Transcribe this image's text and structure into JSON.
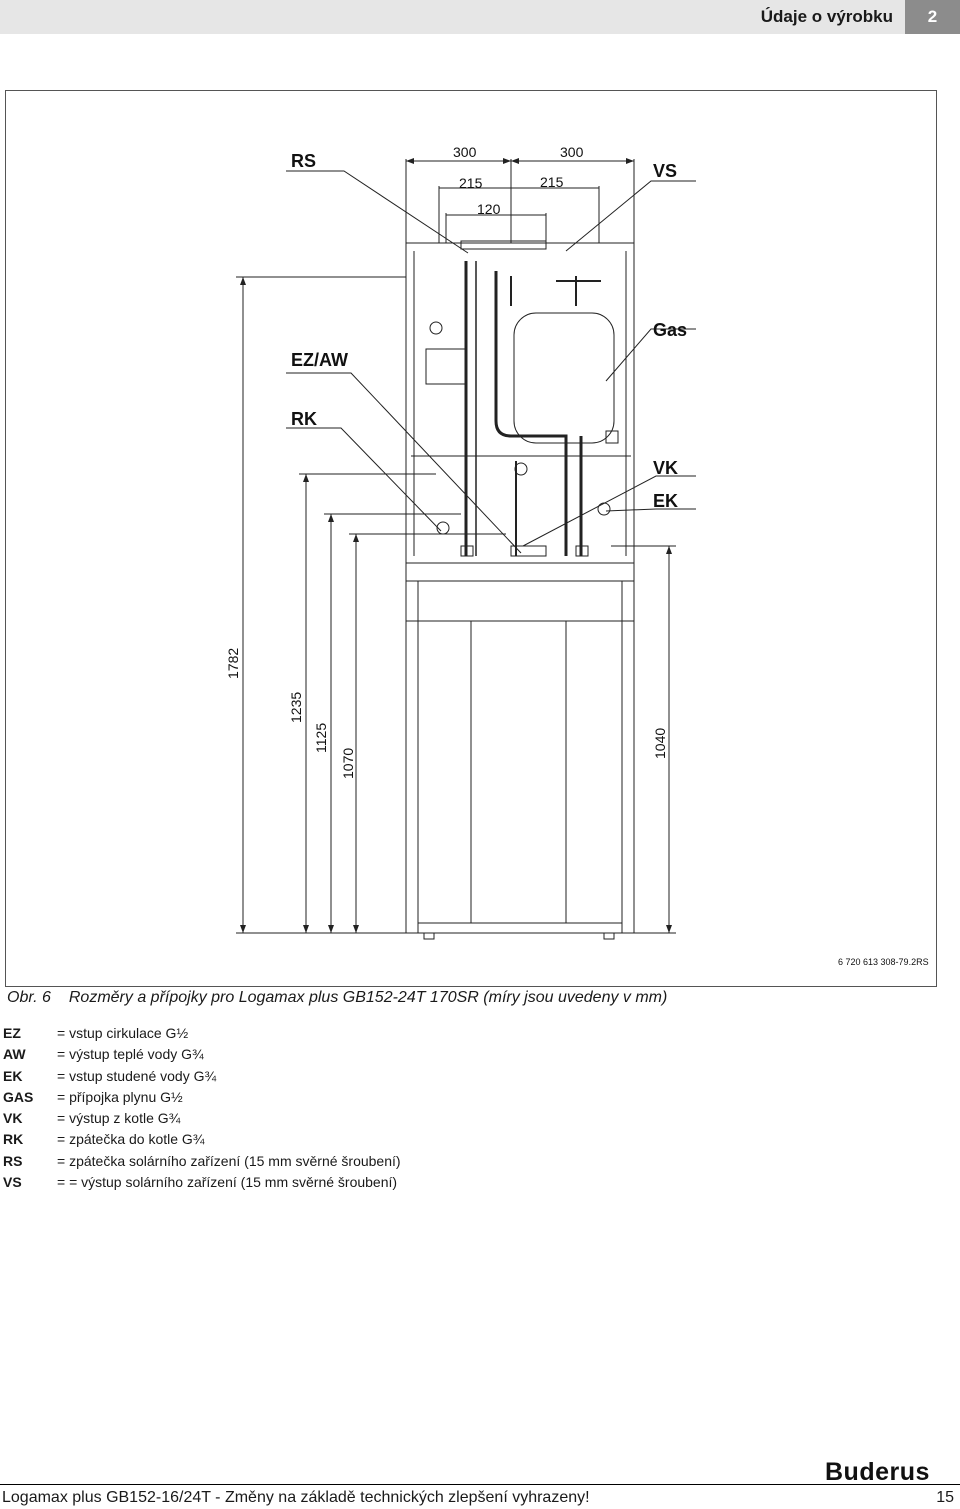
{
  "header": {
    "title": "Údaje o výrobku",
    "chapter": "2"
  },
  "figure": {
    "code": "6 720 613 308-79.2RS",
    "labels": {
      "rs": "RS",
      "vs": "VS",
      "gas": "Gas",
      "ez_aw": "EZ/AW",
      "rk": "RK",
      "vk": "VK",
      "ek": "EK"
    },
    "dims": {
      "w300a": "300",
      "w300b": "300",
      "w215a": "215",
      "w215b": "215",
      "w120": "120",
      "h1782": "1782",
      "h1235": "1235",
      "h1125": "1125",
      "h1070": "1070",
      "h1040": "1040"
    }
  },
  "caption": {
    "number": "Obr. 6",
    "text": "Rozměry a přípojky pro Logamax plus GB152-24T 170SR (míry jsou uvedeny v mm)"
  },
  "legend": [
    {
      "code": "EZ",
      "text": "= vstup cirkulace G½"
    },
    {
      "code": "AW",
      "text": "= výstup teplé vody G¾"
    },
    {
      "code": "EK",
      "text": "= vstup studené vody G¾"
    },
    {
      "code": "GAS",
      "text": "= přípojka plynu G½"
    },
    {
      "code": "VK",
      "text": "= výstup z kotle G¾"
    },
    {
      "code": "RK",
      "text": "= zpátečka do kotle G¾"
    },
    {
      "code": "RS",
      "text": "= zpátečka solárního zařízení (15 mm svěrné šroubení)"
    },
    {
      "code": "VS",
      "text": "= = výstup solárního zařízení (15 mm svěrné šroubení)"
    }
  ],
  "footer": {
    "text": "Logamax plus GB152-16/24T - Změny na základě technických zlepšení vyhrazeny!",
    "page": "15",
    "brand": "Buderus"
  }
}
